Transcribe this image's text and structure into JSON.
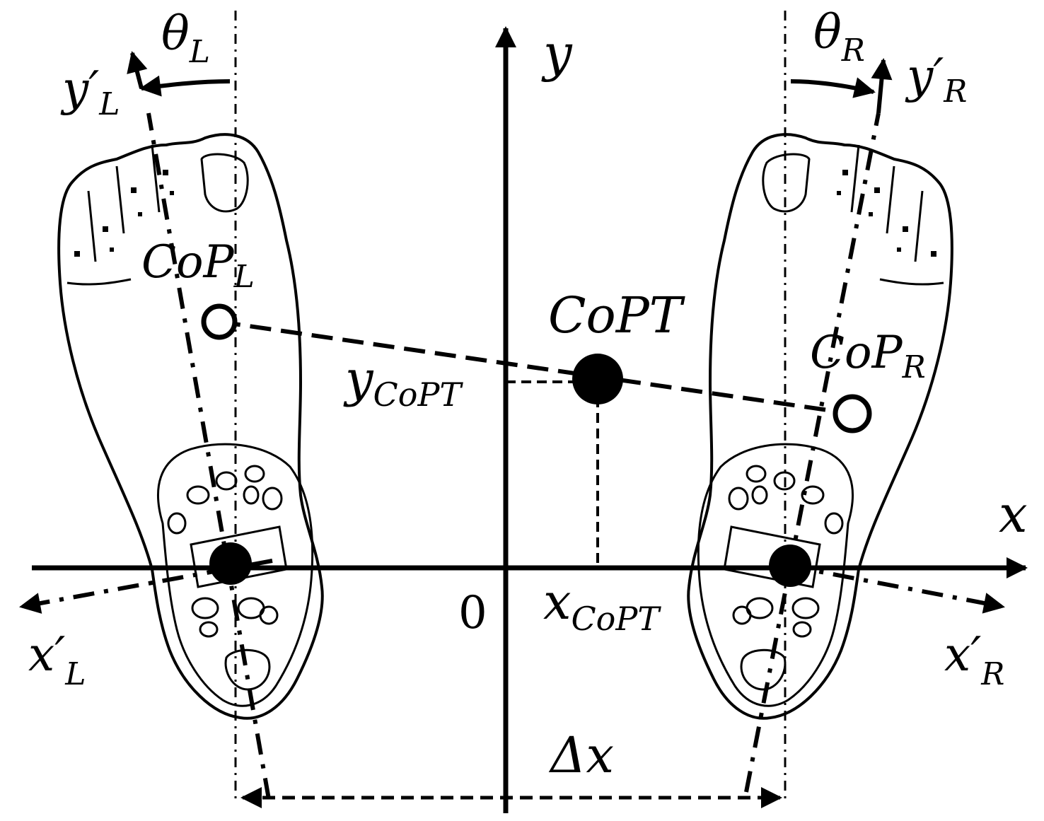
{
  "labels": {
    "theta_left_sym": "θ",
    "theta_left_sub": "L",
    "theta_right_sym": "θ",
    "theta_right_sub": "R",
    "y_axis": "y",
    "x_axis": "x",
    "origin": "0",
    "y_left_sym": "y′",
    "y_left_sub": "L",
    "y_right_sym": "y′",
    "y_right_sub": "R",
    "x_left_sym": "x′",
    "x_left_sub": "L",
    "x_right_sym": "x′",
    "x_right_sub": "R",
    "cop_left_main": "CoP",
    "cop_left_sub": "L",
    "cop_right_main": "CoP",
    "cop_right_sub": "R",
    "copt": "CoPT",
    "y_copt_sym": "y",
    "y_copt_sub": "CoPT",
    "x_copt_sym": "x",
    "x_copt_sub": "CoPT",
    "delta_x": "Δx"
  },
  "colors": {
    "ink": "#000000",
    "background": "#ffffff"
  }
}
